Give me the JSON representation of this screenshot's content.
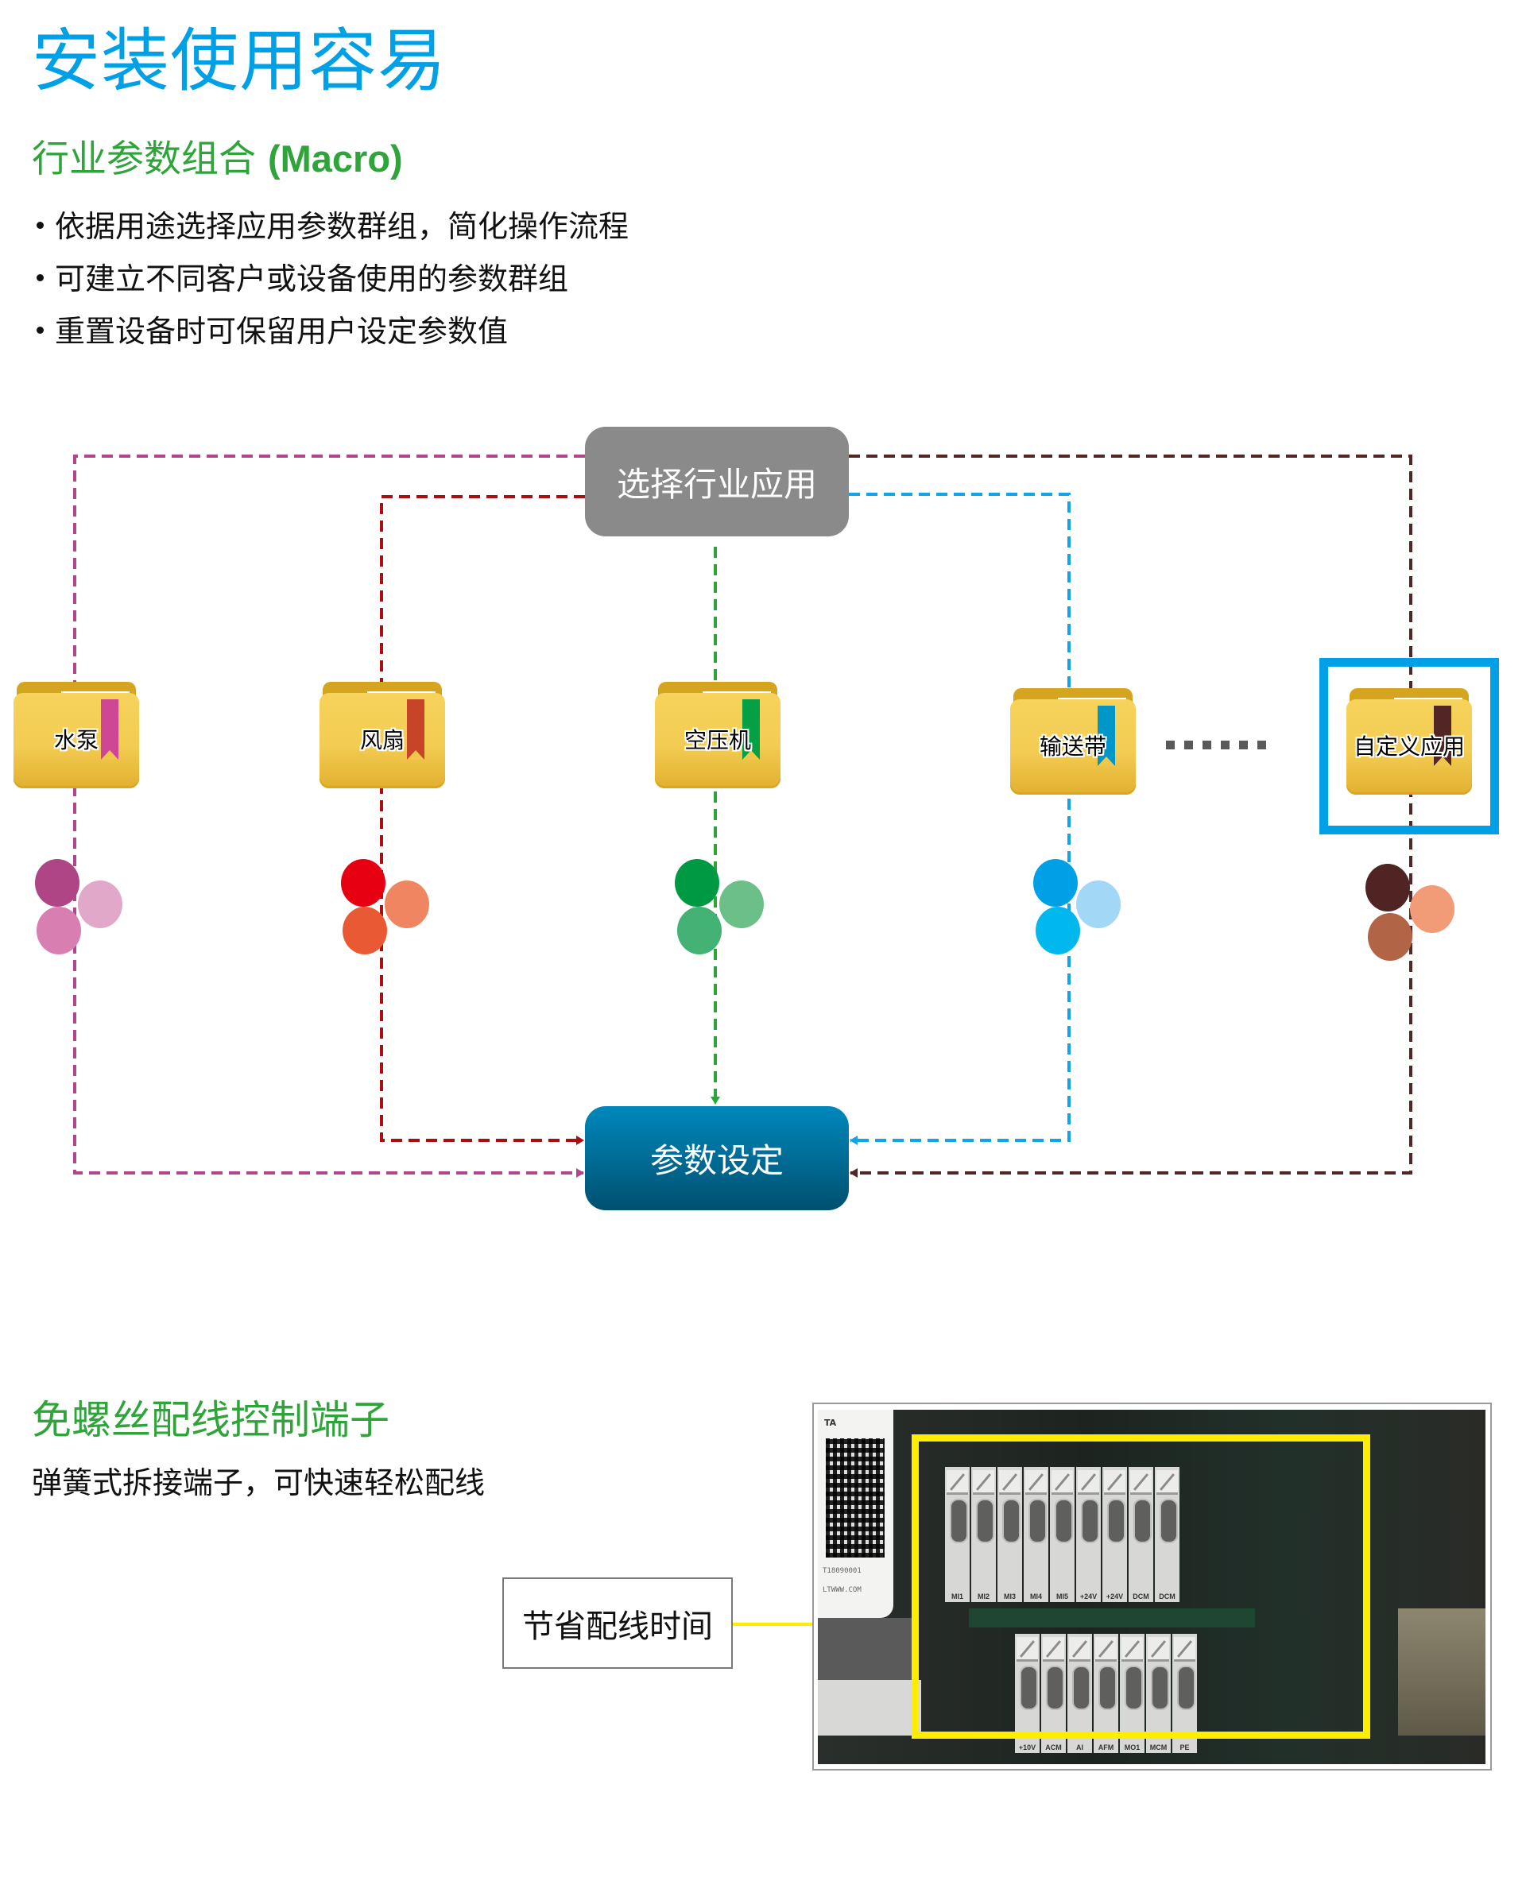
{
  "header": {
    "title": "安装使用容易",
    "subtitle_cn": "行业参数组合 ",
    "subtitle_en": "(Macro)",
    "bullets": [
      "依据用途选择应用参数群组，简化操作流程",
      "可建立不同客户或设备使用的参数群组",
      "重置设备时可保留用户设定参数值"
    ]
  },
  "diagram": {
    "source_node": "选择行业应用",
    "target_node": "参数设定",
    "ellipsis": "more-applications",
    "applications": [
      {
        "label": "水泵",
        "color": "#b5458a",
        "ribbon": "#cf4694",
        "dots": [
          "#b04585",
          "#e2a8c9",
          "#d77fb1"
        ]
      },
      {
        "label": "风扇",
        "color": "#a80f12",
        "ribbon": "#c74428",
        "dots": [
          "#e60012",
          "#f08661",
          "#e95a34"
        ]
      },
      {
        "label": "空压机",
        "color": "#2ea43a",
        "ribbon": "#03a045",
        "dots": [
          "#009943",
          "#6bbf87",
          "#43b274"
        ]
      },
      {
        "label": "输送带",
        "color": "#13a3e8",
        "ribbon": "#0096c8",
        "dots": [
          "#00a0e6",
          "#a2d8f5",
          "#00b8ee"
        ]
      },
      {
        "label": "自定义应用",
        "color": "#532626",
        "ribbon": "#532626",
        "dots": [
          "#512424",
          "#f19b77",
          "#b16446"
        ],
        "highlighted": true
      }
    ],
    "highlight_color": "#00a0e6"
  },
  "section2": {
    "title": "免螺丝配线控制端子",
    "description": "弹簧式拆接端子，可快速轻松配线",
    "callout": "节省配线时间",
    "callout_line_color": "#ffed00",
    "photo": {
      "qr_header": "TA",
      "qr_serial": "T18090001",
      "qr_site": "LTWWW.COM",
      "terminals_top": [
        "MI1",
        "MI2",
        "MI3",
        "MI4",
        "MI5",
        "+24V",
        "+24V",
        "DCM",
        "DCM"
      ],
      "terminals_bottom": [
        "+10V",
        "ACM",
        "AI",
        "AFM",
        "MO1",
        "MCM",
        "PE"
      ]
    }
  }
}
